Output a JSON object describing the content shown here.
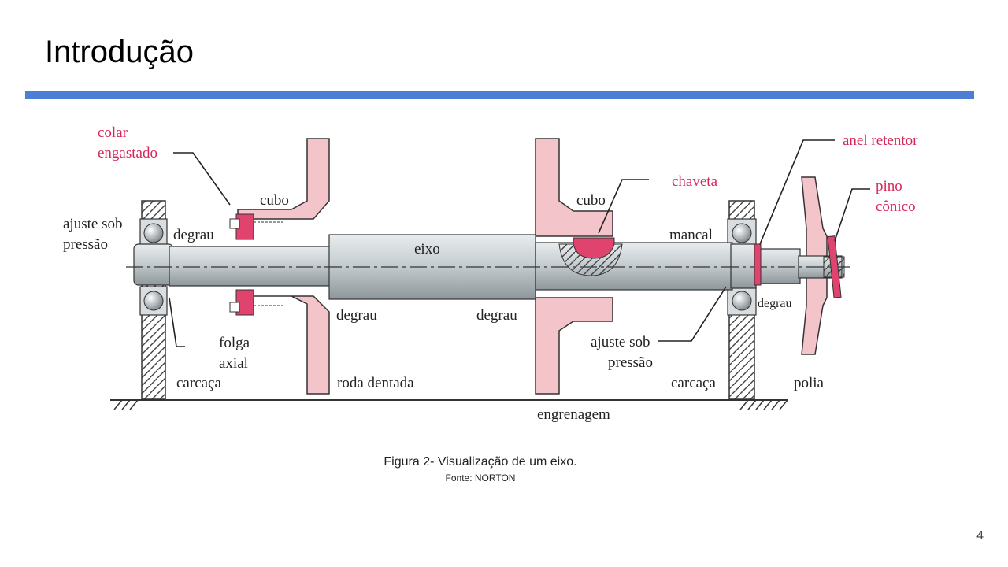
{
  "slide": {
    "title": "Introdução",
    "page_number": "4"
  },
  "colors": {
    "accent_rule": "#4a7fd4",
    "part_fill": "#f3c5cb",
    "highlight": "#e0446e",
    "red_label": "#d6275a",
    "shaft": "#c9d0d2"
  },
  "figure": {
    "labels": {
      "colar_1": "colar",
      "colar_2": "engastado",
      "cubo_left": "cubo",
      "cubo_right": "cubo",
      "ajuste_left_1": "ajuste sob",
      "ajuste_left_2": "pressão",
      "degrau_left": "degrau",
      "eixo": "eixo",
      "chaveta": "chaveta",
      "mancal": "mancal",
      "anel_retentor": "anel retentor",
      "pino_1": "pino",
      "pino_2": "cônico",
      "degrau_bl": "degrau",
      "degrau_bm": "degrau",
      "degrau_right": "degrau",
      "folga_1": "folga",
      "folga_2": "axial",
      "carcaca_left": "carcaça",
      "roda_dentada": "roda dentada",
      "ajuste_right_1": "ajuste sob",
      "ajuste_right_2": "pressão",
      "carcaca_right": "carcaça",
      "polia": "polia",
      "engrenagem": "engrenagem"
    },
    "caption": "Figura 2- Visualização de um  eixo.",
    "source": "Fonte: NORTON"
  }
}
